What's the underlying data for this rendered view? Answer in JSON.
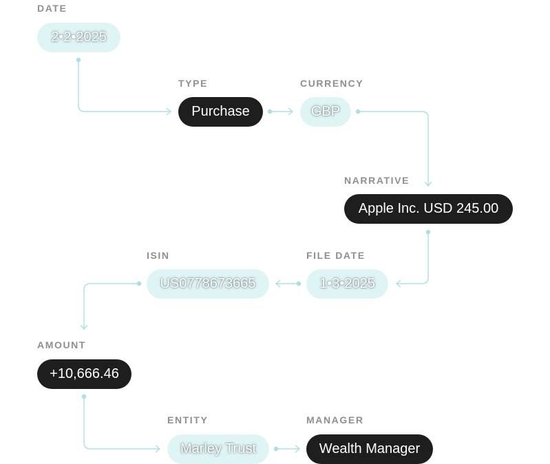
{
  "fields": {
    "date": {
      "label": "DATE",
      "value": "2•2•2025"
    },
    "type": {
      "label": "TYPE",
      "value": "Purchase"
    },
    "currency": {
      "label": "CURRENCY",
      "value": "GBP"
    },
    "narrative": {
      "label": "NARRATIVE",
      "value": "Apple Inc. USD 245.00"
    },
    "file_date": {
      "label": "FILE DATE",
      "value": "1•3•2025"
    },
    "isin": {
      "label": "ISIN",
      "value": "US0778673665"
    },
    "amount": {
      "label": "AMOUNT",
      "value": "+10,666.46"
    },
    "entity": {
      "label": "ENTITY",
      "value": "Marley Trust"
    },
    "manager": {
      "label": "MANAGER",
      "value": "Wealth Manager"
    }
  },
  "colors": {
    "dark_pill": "#1e1e1e",
    "light_pill": "#dff5f5",
    "connector": "#a8e0e6",
    "label": "#8f8f8f"
  }
}
